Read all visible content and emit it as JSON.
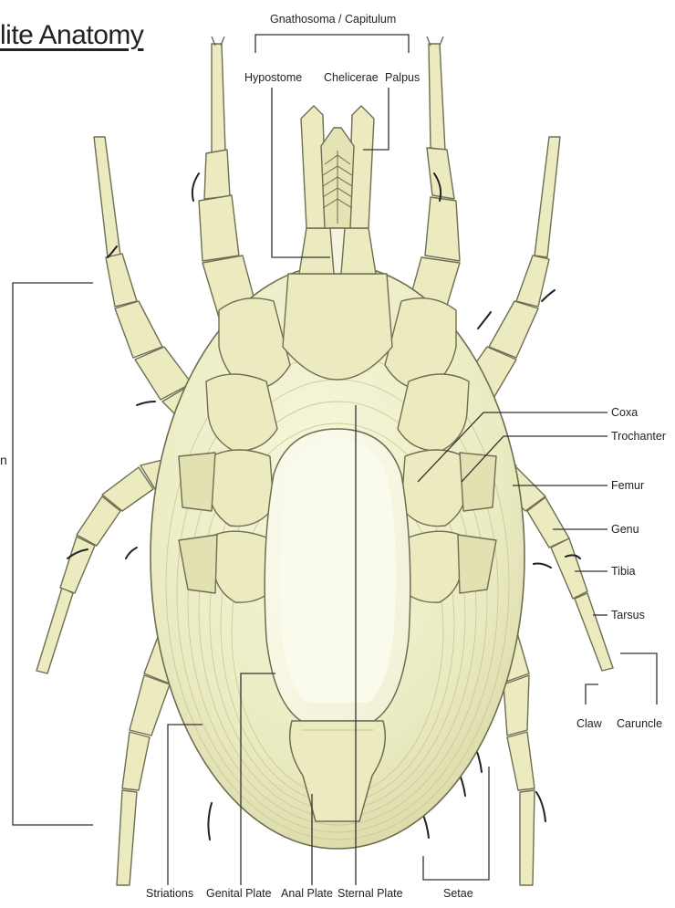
{
  "title": "lite Anatomy",
  "edge_fragment": "n",
  "labels": {
    "gnathosoma": "Gnathosoma / Capitulum",
    "hypostome": "Hypostome",
    "chelicerae": "Chelicerae",
    "palpus": "Palpus",
    "coxa": "Coxa",
    "trochanter": "Trochanter",
    "femur": "Femur",
    "genu": "Genu",
    "tibia": "Tibia",
    "tarsus": "Tarsus",
    "claw": "Claw",
    "caruncle": "Caruncle",
    "striations": "Striations",
    "genital_plate": "Genital Plate",
    "anal_plate": "Anal Plate",
    "sternal_plate": "Sternal Plate",
    "setae": "Setae"
  },
  "colors": {
    "body_fill": "#eeeec6",
    "segment_fill": "#ecebc0",
    "segment_shade": "#dcdba8",
    "highlight": "#f7f7e4",
    "outline": "#6e6e52",
    "leader_line": "#333333",
    "setae": "#222222"
  }
}
